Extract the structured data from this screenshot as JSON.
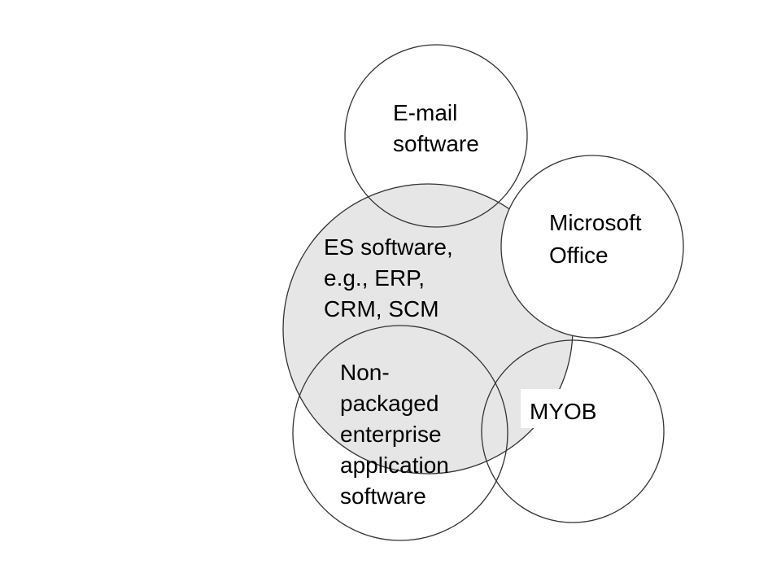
{
  "colors": {
    "stroke": "#333333",
    "es_fill": "#e6e6e6",
    "plain_fill": "#ffffff",
    "label_bg": "#ffffff"
  },
  "nodes": {
    "email": {
      "lines": [
        "E-mail",
        "software"
      ]
    },
    "office": {
      "lines": [
        "Microsoft",
        "Office"
      ]
    },
    "es": {
      "lines": [
        "ES software,",
        "e.g., ERP,",
        "CRM, SCM"
      ]
    },
    "nonpackaged": {
      "lines": [
        "Non-",
        "packaged",
        "enterprise",
        "application",
        "software"
      ]
    },
    "myob": {
      "lines": [
        "MYOB"
      ]
    }
  }
}
